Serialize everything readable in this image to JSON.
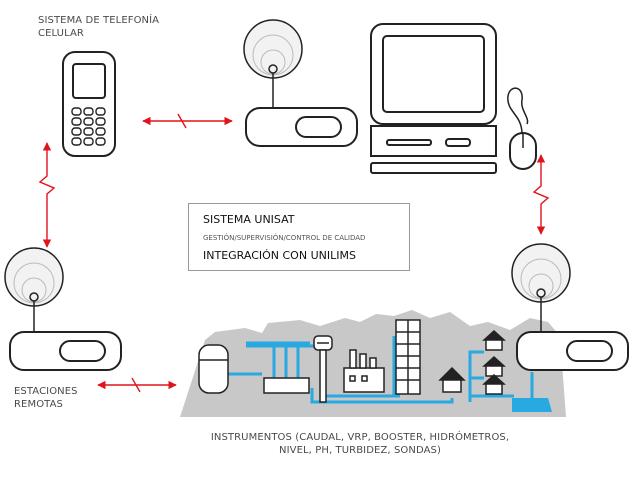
{
  "labels": {
    "cell_system": "SISTEMA DE TELEFONÍA CELULAR",
    "remote_stations_line1": "ESTACIONES",
    "remote_stations_line2": "REMOTAS",
    "instruments_line1": "INSTRUMENTOS (CAUDAL, VRP, BOOSTER, HIDRÓMETROS,",
    "instruments_line2": "NIVEL, PH, TURBIDEZ, SONDAS)"
  },
  "system_box": {
    "title": "SISTEMA UNISAT",
    "subtitle": "GESTIÓN/SUPERVISIÓN/CONTROL DE CALIDAD",
    "integration": "INTEGRACIÓN CON UNILIMS"
  },
  "colors": {
    "link": "#e0141b",
    "water": "#29a9e1",
    "ground": "#c8c8c8",
    "outline": "#222222"
  },
  "icons": [
    "mobile-phone-icon",
    "satellite-dish-icon",
    "modem-icon",
    "desktop-computer-icon",
    "monitor-icon",
    "mouse-icon",
    "keyboard-icon",
    "water-tank-icon",
    "water-tower-icon",
    "factory-icon",
    "building-icon",
    "house-icon"
  ]
}
